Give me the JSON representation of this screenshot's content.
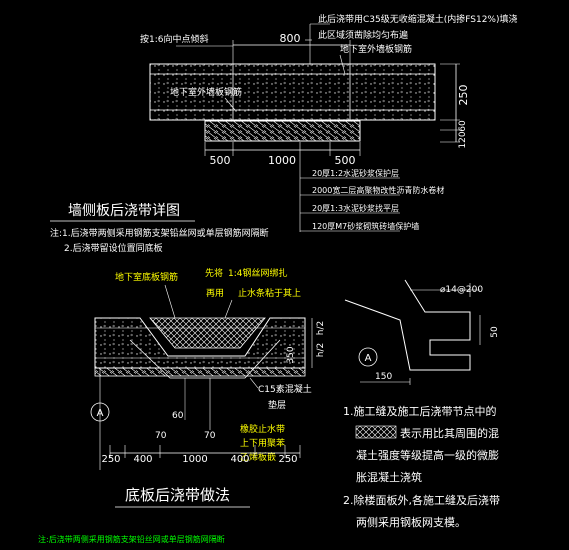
{
  "colors": {
    "background": "#000000",
    "line": "#ffffff",
    "annotation": "#ffff00",
    "note_green": "#00ff00",
    "hatch": "#ffffff"
  },
  "wall_detail": {
    "title": "墙侧板后浇带详图",
    "callout_top_1": "此后浇带用C35级无收缩混凝土(内掺FS12%)填浇",
    "callout_top_2": "此区域须凿除均匀布遍",
    "callout_top_3": "地下室外墙板钢筋",
    "callout_slope": "按1:6向中点倾斜",
    "callout_inner": "地下室外墙板钢筋",
    "dim_top": "800",
    "dim_right_1": "250",
    "dim_right_2": "60",
    "dim_right_3": "120",
    "dim_bottom": [
      "500",
      "1000",
      "500"
    ],
    "layers": [
      "20厚1:2水泥砂浆保护层",
      "2000宽二层高聚物改性沥青防水卷材",
      "20厚1:3水泥砂浆找平层",
      "120厚M7砂浆砌筑砖墙保护墙"
    ],
    "notes": [
      "注:1.后浇带两侧采用钢筋支架铅丝网或单层钢筋网隔断",
      "2.后浇带留设位置同底板"
    ]
  },
  "floor_detail": {
    "title": "底板后浇带做法",
    "label_rebar": "地下室底板钢筋",
    "label_left_top": "先将",
    "label_left_bottom": "再用",
    "label_mesh_1": "1:4钢丝网绑扎",
    "label_mesh_2": "止水条粘于其上",
    "label_c15": "C15素混凝土",
    "label_c15b": "垫层",
    "label_waterstop_1": "橡胶止水带",
    "label_waterstop_2": "上下用聚苯",
    "label_waterstop_3": "乙烯板嵌",
    "dim_h2a": "h/2",
    "dim_h2b": "h/2",
    "dim_350": "350",
    "dim_60": "60",
    "dim_70a": "70",
    "dim_70b": "70",
    "dim_bottom": [
      "250",
      "400",
      "1000",
      "400",
      "250"
    ],
    "section_mark": "A",
    "note": "注:后浇带两侧采用钢筋支架铅丝网或单层钢筋网隔断"
  },
  "section_a": {
    "bar_label": "⌀14@200",
    "dim_50": "50",
    "dim_150": "150",
    "section_mark": "A"
  },
  "notes_right": {
    "n1_a": "1.施工缝及施工后浇带节点中的",
    "n1_b": "表示用比其周围的混",
    "n1_c": "凝土强度等级提高一级的微膨",
    "n1_d": "胀混凝土浇筑",
    "n2_a": "2.除楼面板外,各施工缝及后浇带",
    "n2_b": "两侧采用钢板网支模。"
  }
}
